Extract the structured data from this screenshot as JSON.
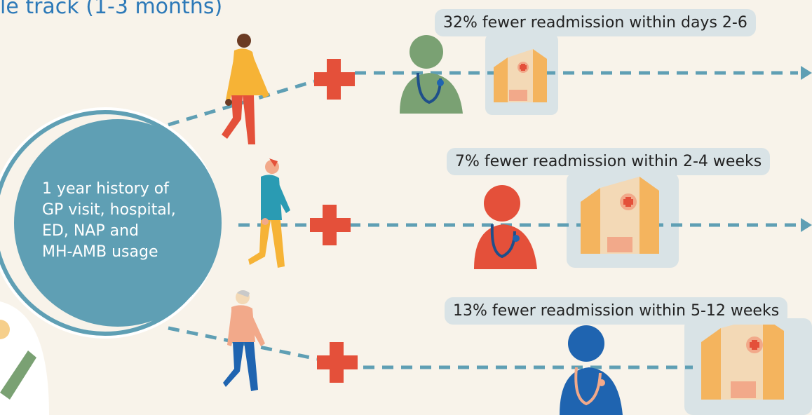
{
  "title": "le track (1-3 months)",
  "history": {
    "text": "1 year history of\nGP visit, hospital,\nED, NAP and\nMH-AMB usage"
  },
  "outcomes": [
    {
      "label": "32% fewer readmission within days 2-6"
    },
    {
      "label": "7% fewer readmission within 2-4 weeks"
    },
    {
      "label": "13% fewer readmission within 5-12 weeks"
    }
  ],
  "colors": {
    "background": "#f8f3ea",
    "circle": "#5f9fb4",
    "circle_ring": "#5f9fb4",
    "dash": "#5f9fb4",
    "cross": "#e4503a",
    "box": "#d9e3e6",
    "doctor_1": "#7aa173",
    "doctor_2": "#e4503a",
    "doctor_3": "#1f64b0",
    "hospital_side": "#f4b45e",
    "hospital_front": "#f3d9b6",
    "title": "#2c79b8"
  }
}
